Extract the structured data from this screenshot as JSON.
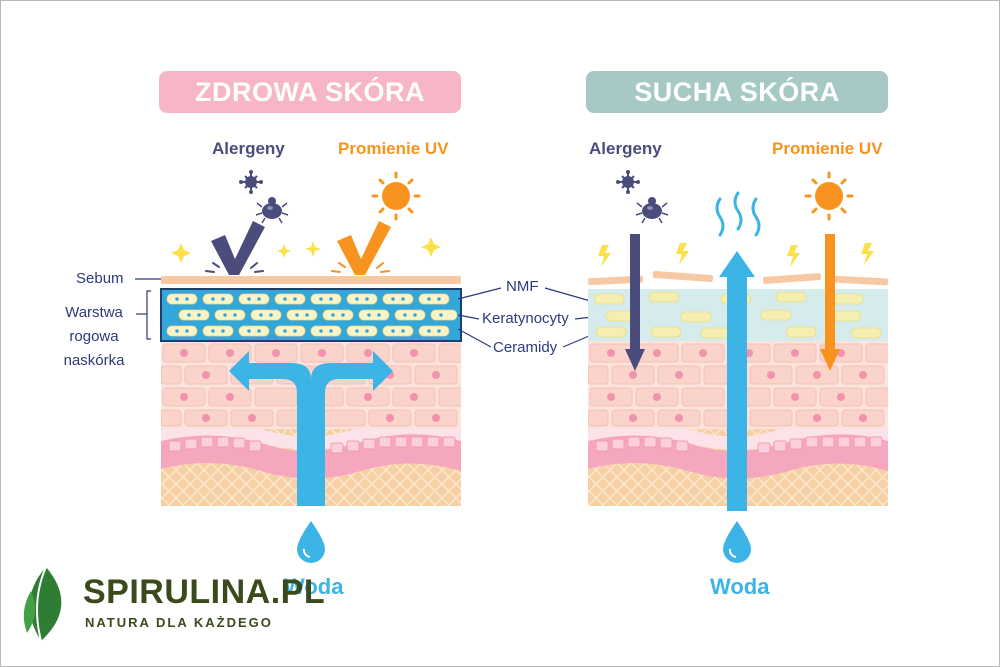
{
  "panels": {
    "left": {
      "title": "ZDROWA SKÓRA",
      "title_bg": "#f7b6c6",
      "allergens": "Alergeny",
      "uv": "Promienie UV",
      "water": "Woda"
    },
    "right": {
      "title": "SUCHA SKÓRA",
      "title_bg": "#a6c9c6",
      "allergens": "Alergeny",
      "uv": "Promienie UV",
      "water": "Woda"
    }
  },
  "labels": {
    "sebum": "Sebum",
    "stratum_line1": "Warstwa",
    "stratum_line2": "rogowa",
    "stratum_line3": "naskórka",
    "nmf": "NMF",
    "keratinocytes": "Keratynocyty",
    "ceramides": "Ceramidy"
  },
  "colors": {
    "allergen": "#4a4d7c",
    "uv": "#f7931e",
    "water": "#3cb4e6",
    "label_text": "#2d3a7c"
  },
  "logo": {
    "name": "SPIRULINA",
    "tld": ".PL",
    "tagline": "NATURA DLA KAŻDEGO"
  }
}
